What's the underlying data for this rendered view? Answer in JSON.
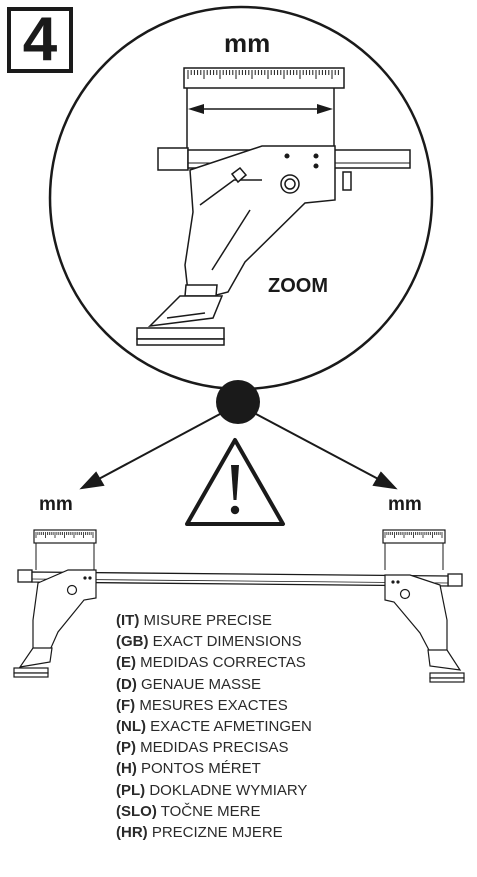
{
  "step_number": "4",
  "zoom_unit_label": "mm",
  "zoom_label": "ZOOM",
  "left_unit_label": "mm",
  "right_unit_label": "mm",
  "languages": [
    {
      "code": "(IT)",
      "text": "MISURE PRECISE"
    },
    {
      "code": "(GB)",
      "text": "EXACT DIMENSIONS"
    },
    {
      "code": "(E)",
      "text": "MEDIDAS CORRECTAS"
    },
    {
      "code": "(D)",
      "text": "GENAUE MASSE"
    },
    {
      "code": "(F)",
      "text": "MESURES EXACTES"
    },
    {
      "code": "(NL)",
      "text": "EXACTE AFMETINGEN"
    },
    {
      "code": "(P)",
      "text": "MEDIDAS PRECISAS"
    },
    {
      "code": "(H)",
      "text": "PONTOS MÉRET"
    },
    {
      "code": "(PL)",
      "text": "DOKLADNE WYMIARY"
    },
    {
      "code": "(SLO)",
      "text": "TOČNE MERE"
    },
    {
      "code": "(HR)",
      "text": "PRECIZNE MJERE"
    }
  ],
  "icons": {
    "warning": "warning-triangle-icon"
  },
  "colors": {
    "ink": "#1a1a1a",
    "background": "#ffffff"
  }
}
